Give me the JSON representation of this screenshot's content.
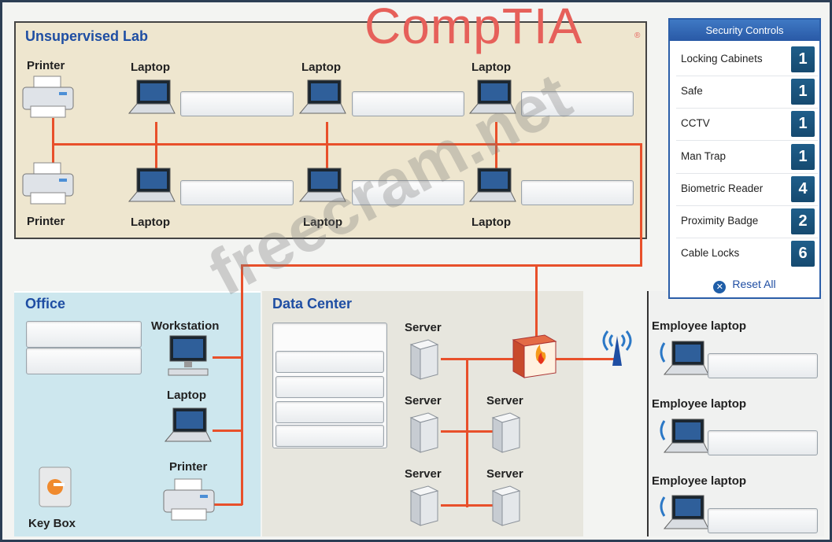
{
  "logo": {
    "text": "CompTIA",
    "reg": "®"
  },
  "watermark": "freecram.net",
  "regions": {
    "lab": "Unsupervised Lab",
    "office": "Office",
    "datacenter": "Data Center"
  },
  "lab_devices": {
    "printer_top": "Printer",
    "printer_bottom": "Printer",
    "laptop_1": "Laptop",
    "laptop_2": "Laptop",
    "laptop_3": "Laptop",
    "laptop_4": "Laptop",
    "laptop_5": "Laptop",
    "laptop_6": "Laptop"
  },
  "office_devices": {
    "workstation": "Workstation",
    "laptop": "Laptop",
    "printer": "Printer",
    "key_box": "Key Box"
  },
  "dc_devices": {
    "server_1": "Server",
    "server_2": "Server",
    "server_3": "Server",
    "server_4": "Server",
    "server_5": "Server"
  },
  "employee_laptops": [
    "Employee laptop",
    "Employee laptop",
    "Employee laptop"
  ],
  "security_controls": {
    "title": "Security Controls",
    "items": [
      {
        "name": "Locking Cabinets",
        "count": "1"
      },
      {
        "name": "Safe",
        "count": "1"
      },
      {
        "name": "CCTV",
        "count": "1"
      },
      {
        "name": "Man Trap",
        "count": "1"
      },
      {
        "name": "Biometric Reader",
        "count": "4"
      },
      {
        "name": "Proximity Badge",
        "count": "2"
      },
      {
        "name": "Cable Locks",
        "count": "6"
      }
    ],
    "reset_label": "Reset  All"
  },
  "icons": [
    "printer-icon",
    "laptop-icon",
    "workstation-icon",
    "server-icon",
    "firewall-icon",
    "wireless-ap-icon",
    "key-box-icon",
    "reset-icon"
  ],
  "colors": {
    "wire": "#e8502b",
    "title": "#1f4ea3",
    "control_badge": "#1f5e8a"
  }
}
